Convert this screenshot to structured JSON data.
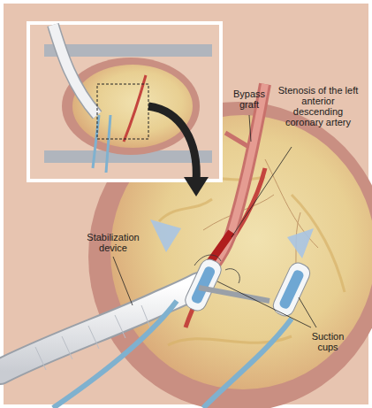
{
  "diagram": {
    "labels": [
      "Bypass graft",
      "Stenosis of the left anterior descending coronary artery",
      "Stabilization device",
      "Suction cups"
    ]
  }
}
